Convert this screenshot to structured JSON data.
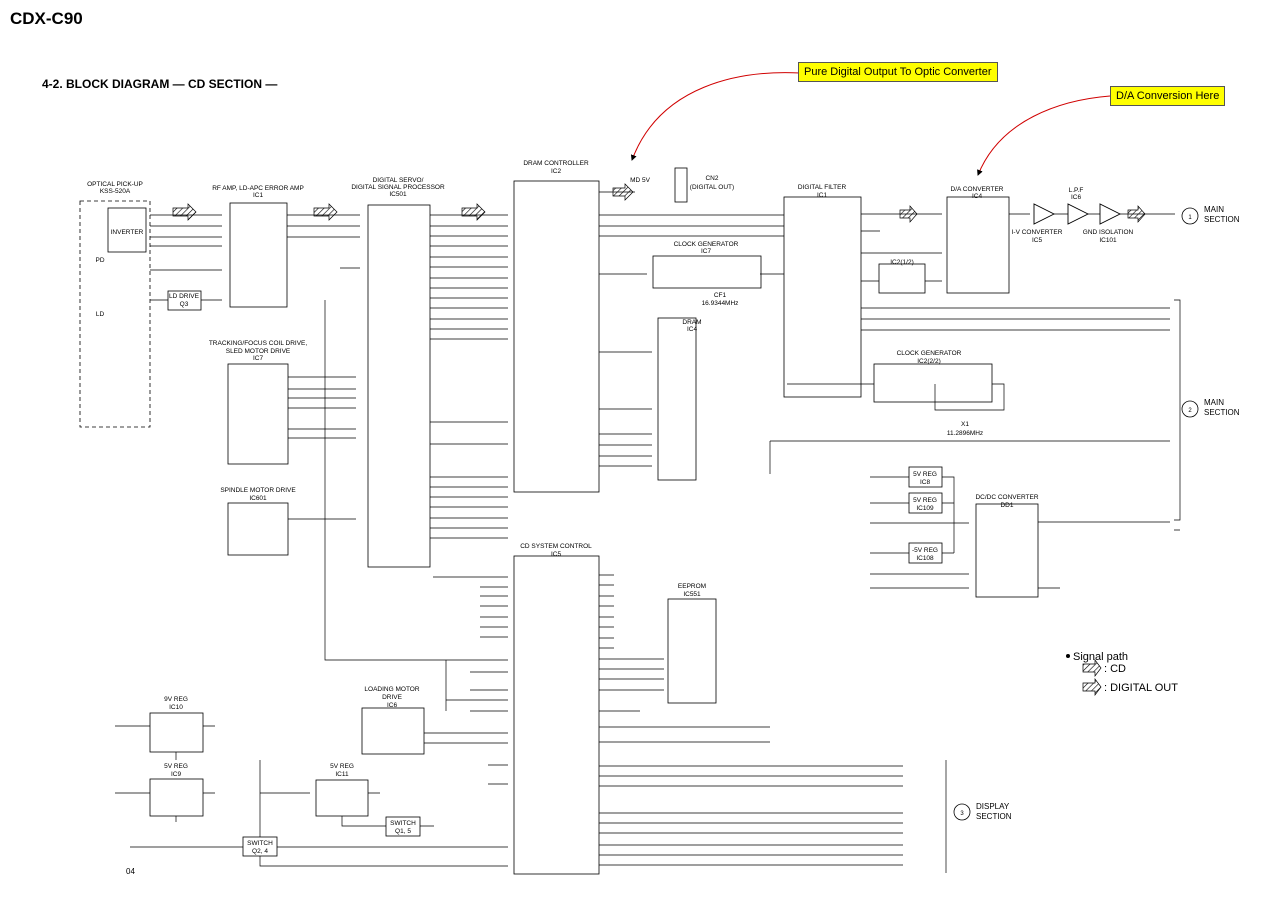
{
  "header": {
    "model": "CDX-C90",
    "title": "4-2. BLOCK DIAGRAM — CD SECTION —",
    "page_number": "04"
  },
  "callouts": [
    {
      "id": "optic",
      "text": "Pure Digital Output To Optic Converter",
      "color": "#ffff00"
    },
    {
      "id": "da",
      "text": "D/A Conversion Here",
      "color": "#ffff00"
    }
  ],
  "blocks": {
    "pickup": {
      "lines": [
        "OPTICAL PICK-UP",
        "KSS-520A"
      ],
      "inverter": "INVERTER",
      "pd": "PD",
      "ld": "LD"
    },
    "ld_drive": {
      "lines": [
        "LD DRIVE",
        "Q3"
      ]
    },
    "rf_amp": {
      "lines": [
        "RF AMP, LD-APC ERROR AMP",
        "IC1"
      ]
    },
    "dsp": {
      "lines": [
        "DIGITAL SERVO/",
        "DIGITAL SIGNAL PROCESSOR",
        "IC501"
      ]
    },
    "dram_ctrl": {
      "lines": [
        "DRAM CONTROLLER",
        "IC2"
      ]
    },
    "dram": {
      "lines": [
        "DRAM",
        "IC4"
      ]
    },
    "clock_gen_ic7": {
      "lines": [
        "CLOCK GENERATOR",
        "IC7"
      ],
      "crystal": [
        "CF1",
        "16.9344MHz"
      ]
    },
    "cn2": {
      "lines": [
        "CN2",
        "(DIGITAL OUT)"
      ],
      "md5v": "MD 5V"
    },
    "digital_filter": {
      "lines": [
        "DIGITAL FILTER",
        "IC1"
      ]
    },
    "da_conv": {
      "lines": [
        "D/A CONVERTER",
        "IC4"
      ]
    },
    "iv_conv": {
      "lines": [
        "I-V CONVERTER",
        "IC5"
      ]
    },
    "lpf": {
      "lines": [
        "L.P.F",
        "IC6"
      ]
    },
    "gnd_iso": {
      "lines": [
        "GND ISOLATION",
        "IC101"
      ]
    },
    "clock_gen_ic2": {
      "lines": [
        "CLOCK GENERATOR",
        "IC2(2/2)"
      ],
      "small": "IC2(1/2)",
      "crystal": [
        "X1",
        "11.2896MHz"
      ]
    },
    "focus_drive": {
      "lines": [
        "TRACKING/FOCUS COIL DRIVE,",
        "SLED MOTOR DRIVE",
        "IC7"
      ]
    },
    "spindle_drive": {
      "lines": [
        "SPINDLE MOTOR DRIVE",
        "IC601"
      ]
    },
    "cd_sys": {
      "lines": [
        "CD SYSTEM CONTROL",
        "IC5"
      ]
    },
    "eeprom": {
      "lines": [
        "EEPROM",
        "IC551"
      ]
    },
    "loading_drive": {
      "lines": [
        "LOADING MOTOR",
        "DRIVE",
        "IC6"
      ]
    },
    "reg_ic10": {
      "lines": [
        "9V REG",
        "IC10"
      ]
    },
    "reg_ic9": {
      "lines": [
        "5V REG",
        "IC9"
      ]
    },
    "reg_ic11": {
      "lines": [
        "5V REG",
        "IC11"
      ]
    },
    "reg_ic8": {
      "lines": [
        "5V REG",
        "IC8"
      ]
    },
    "reg_ic109": {
      "lines": [
        "5V REG",
        "IC109"
      ]
    },
    "reg_ic108": {
      "lines": [
        "-5V REG",
        "IC108"
      ]
    },
    "dcdc": {
      "lines": [
        "DC/DC CONVERTER",
        "DD1"
      ]
    },
    "switch_q24": {
      "lines": [
        "SWITCH",
        "Q2, 4"
      ]
    },
    "switch_q15": {
      "lines": [
        "SWITCH",
        "Q1, 5"
      ]
    }
  },
  "sections": [
    {
      "num": "1",
      "lines": [
        "MAIN",
        "SECTION"
      ]
    },
    {
      "num": "2",
      "lines": [
        "MAIN",
        "SECTION"
      ]
    },
    {
      "num": "3",
      "lines": [
        "DISPLAY",
        "SECTION"
      ]
    }
  ],
  "legend": {
    "title": "Signal path",
    "items": [
      ": CD",
      ": DIGITAL OUT"
    ]
  }
}
